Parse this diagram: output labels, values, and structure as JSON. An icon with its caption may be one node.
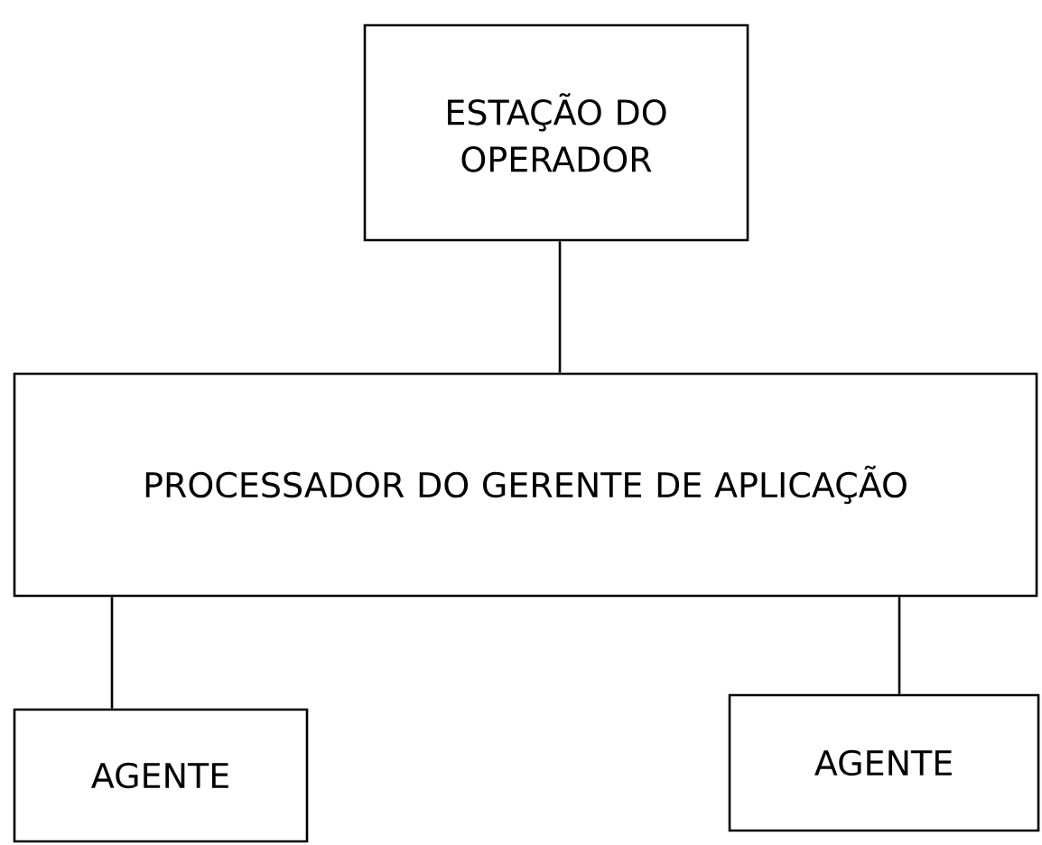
{
  "diagram": {
    "nodes": [
      {
        "text": [
          "ESTAÇÃO DO OPERADOR"
        ]
      },
      {
        "text": [
          "PROCESSADOR DO GERENTE DE APLICAÇÃO"
        ]
      },
      {
        "text": [
          "AGENTE"
        ]
      },
      {
        "text": [
          "AGENTE"
        ]
      }
    ],
    "edges": [
      {
        "from": 0,
        "to": 1,
        "arrow": "none"
      },
      {
        "from": 1,
        "to": 2,
        "arrow": "none"
      },
      {
        "from": 1,
        "to": 3,
        "arrow": "none"
      }
    ]
  }
}
